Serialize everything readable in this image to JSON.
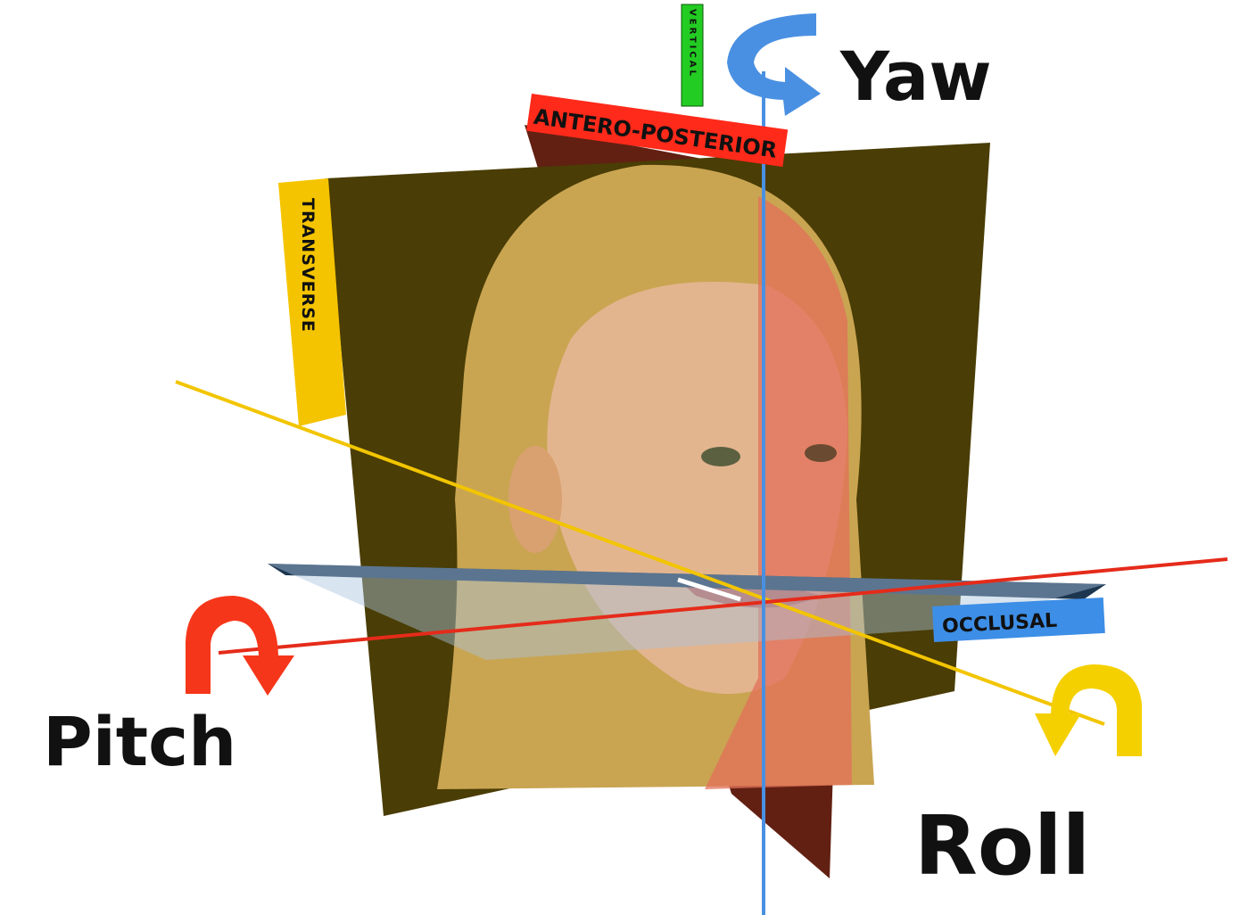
{
  "labels": {
    "yaw": "Yaw",
    "pitch": "Pitch",
    "roll": "Roll",
    "vertical": "VERTICAL",
    "antero_posterior": "ANTERO-POSTERIOR",
    "transverse": "TRANSVERSE",
    "occlusal": "OCCLUSAL"
  },
  "colors": {
    "yaw_axis": "#4a90e2",
    "pitch_axis": "#e52b1a",
    "roll_axis": "#f2c500",
    "vertical_tag": "#22cc22",
    "antero_posterior_tag": "#ff2a1a",
    "transverse_tag": "#f5c400",
    "occlusal_tag": "#3d8ee6",
    "transverse_plane": "#4a3d05",
    "occlusal_plane": "#1d3650"
  }
}
